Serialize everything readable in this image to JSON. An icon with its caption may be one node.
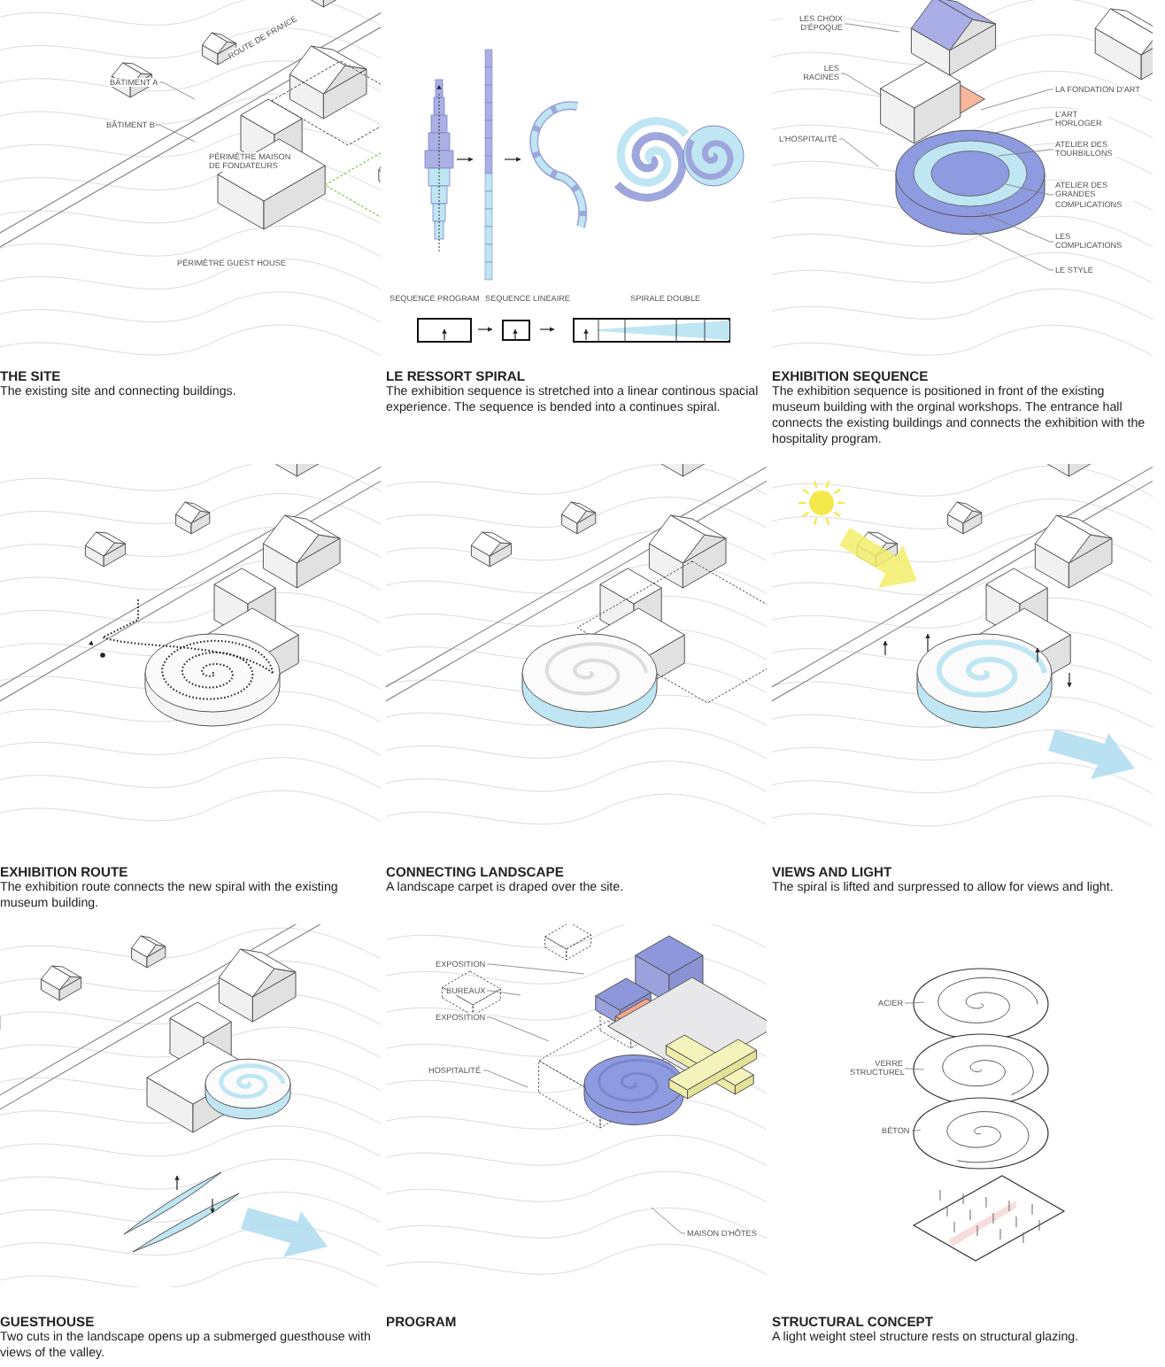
{
  "diagram": {
    "nodes": [
      {
        "text": [
          "BÂTIMENT A"
        ]
      },
      {
        "text": [
          "BÂTIMENT B"
        ]
      },
      {
        "text": [
          "LES CHOIX D'ÉPOQUE"
        ]
      },
      {
        "text": [
          "LES RACINES"
        ]
      },
      {
        "text": [
          "L'HOSPITALITÉ"
        ]
      },
      {
        "text": [
          "LA FONDATION D'ART"
        ]
      },
      {
        "text": [
          "L'ART HORLOGER"
        ]
      },
      {
        "text": [
          "ATELIER DES TOURBILLONS"
        ]
      },
      {
        "text": [
          "ATELIER DES GRANDES COMPLICATIONS"
        ]
      },
      {
        "text": [
          "LES COMPLICATIONS"
        ]
      },
      {
        "text": [
          "LE STYLE"
        ]
      },
      {
        "text": [
          "EXPOSITION"
        ]
      },
      {
        "text": [
          "BUREAUX"
        ]
      },
      {
        "text": [
          "EXPOSITION"
        ]
      },
      {
        "text": [
          "HOSPITALITÉ"
        ]
      },
      {
        "text": [
          "MAISON D'HÔTES"
        ]
      },
      {
        "text": [
          "ACIER"
        ]
      },
      {
        "text": [
          "VERRE STRUCTUREL"
        ]
      },
      {
        "text": [
          "BÉTON"
        ]
      }
    ],
    "edges": [
      {
        "from": 0,
        "to": null,
        "arrow": "none"
      },
      {
        "from": 1,
        "to": null,
        "arrow": "none"
      },
      {
        "from": 2,
        "to": null,
        "arrow": "none"
      },
      {
        "from": 3,
        "to": null,
        "arrow": "none"
      },
      {
        "from": 4,
        "to": null,
        "arrow": "none"
      },
      {
        "from": 5,
        "to": null,
        "arrow": "none"
      },
      {
        "from": 6,
        "to": null,
        "arrow": "none"
      },
      {
        "from": 7,
        "to": null,
        "arrow": "none"
      },
      {
        "from": 8,
        "to": null,
        "arrow": "none"
      },
      {
        "from": 9,
        "to": null,
        "arrow": "none"
      },
      {
        "from": 10,
        "to": null,
        "arrow": "none"
      },
      {
        "from": 11,
        "to": null,
        "arrow": "none"
      },
      {
        "from": 12,
        "to": null,
        "arrow": "none"
      },
      {
        "from": 13,
        "to": null,
        "arrow": "none"
      },
      {
        "from": 14,
        "to": null,
        "arrow": "none"
      },
      {
        "from": 15,
        "to": null,
        "arrow": "none"
      },
      {
        "from": 16,
        "to": null,
        "arrow": "none"
      },
      {
        "from": 17,
        "to": null,
        "arrow": "none"
      },
      {
        "from": 18,
        "to": null,
        "arrow": "none"
      }
    ],
    "labels": [
      "ROUTE DE FRANCE",
      "PÉRIMÈTRE MAISON DE FONDATEURS",
      "PÉRIMÈTRE GUEST HOUSE",
      "THE SITE",
      "The existing site and connecting buildings.",
      "SEQUENCE PROGRAM",
      "SEQUENCE LINEAIRE",
      "SPIRALE DOUBLE",
      "LE RESSORT SPIRAL",
      "The exhibition sequence is stretched into a linear continous spacial experience. The sequence is bended into a continues spiral.",
      "EXHIBITION SEQUENCE",
      "The exhibition sequence is positioned in front of the existing museum building with the orginal workshops. The entrance hall connects the existing buildings and connects the exhibition with the hospitality program.",
      "EXHIBITION ROUTE",
      "The exhibition route connects the new spiral with the existing museum building.",
      "CONNECTING LANDSCAPE",
      "A landscape carpet is draped over the site.",
      "VIEWS AND LIGHT",
      "The spiral is lifted and surpressed to allow for views and light.",
      "GUESTHOUSE",
      "Two cuts in the landscape opens up a submerged guesthouse with views of the valley.",
      "PROGRAM",
      "STRUCTURAL CONCEPT",
      "A light weight steel structure rests on structural glazing."
    ]
  }
}
